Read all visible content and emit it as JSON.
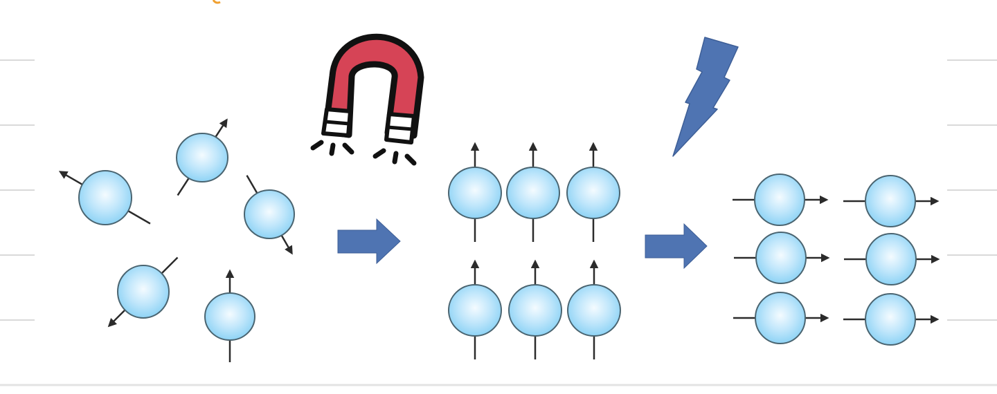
{
  "diagram": {
    "stages": [
      {
        "id": "random",
        "state": "random orientation"
      },
      {
        "id": "aligned",
        "state": "aligned up"
      },
      {
        "id": "flipped",
        "state": "aligned right"
      }
    ],
    "icons": {
      "magnet": "magnet-icon",
      "lightning": "lightning-bolt-icon",
      "arrow": "right-arrow-icon"
    },
    "colors": {
      "particle_fill_center": "#f4fbff",
      "particle_fill_edge": "#8ed3f5",
      "particle_stroke": "#4a6470",
      "spin_line": "#2b2b2b",
      "arrow_fill": "#4f74b2",
      "bolt_fill": "#4f74b2",
      "magnet_red": "#d64456",
      "magnet_outline": "#111111",
      "magnet_tip": "#ffffff",
      "guide_line": "#d9d9d9",
      "accent_orange": "#f0a030"
    }
  }
}
